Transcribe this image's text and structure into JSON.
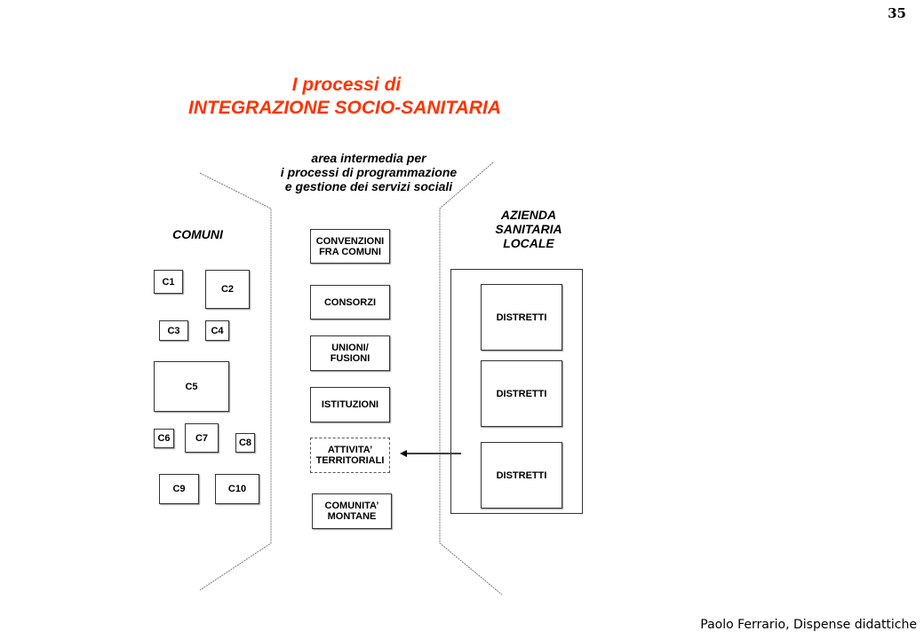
{
  "page_number": "35",
  "title_line1": "I processi di",
  "title_line2": "INTEGRAZIONE SOCIO-SANITARIA",
  "middle_heading": "area intermedia  per\ni  processi  di  programmazione\ne gestione dei  servizi sociali",
  "left_heading": "COMUNI",
  "right_heading": "AZIENDA\nSANITARIA\nLOCALE",
  "comuni": [
    "C1",
    "C2",
    "C3",
    "C4",
    "C5",
    "C6",
    "C7",
    "C8",
    "C9",
    "C10"
  ],
  "middle_boxes": [
    "CONVENZIONI\nFRA COMUNI",
    "CONSORZI",
    "UNIONI/\nFUSIONI",
    "ISTITUZIONI",
    "ATTIVITA’\nTERRITORIALI",
    "COMUNITA’\nMONTANE"
  ],
  "distretti": [
    "DISTRETTI",
    "DISTRETTI",
    "DISTRETTI"
  ],
  "footer": "Paolo Ferrario, Dispense didattiche",
  "colors": {
    "title": "#ff3300"
  }
}
